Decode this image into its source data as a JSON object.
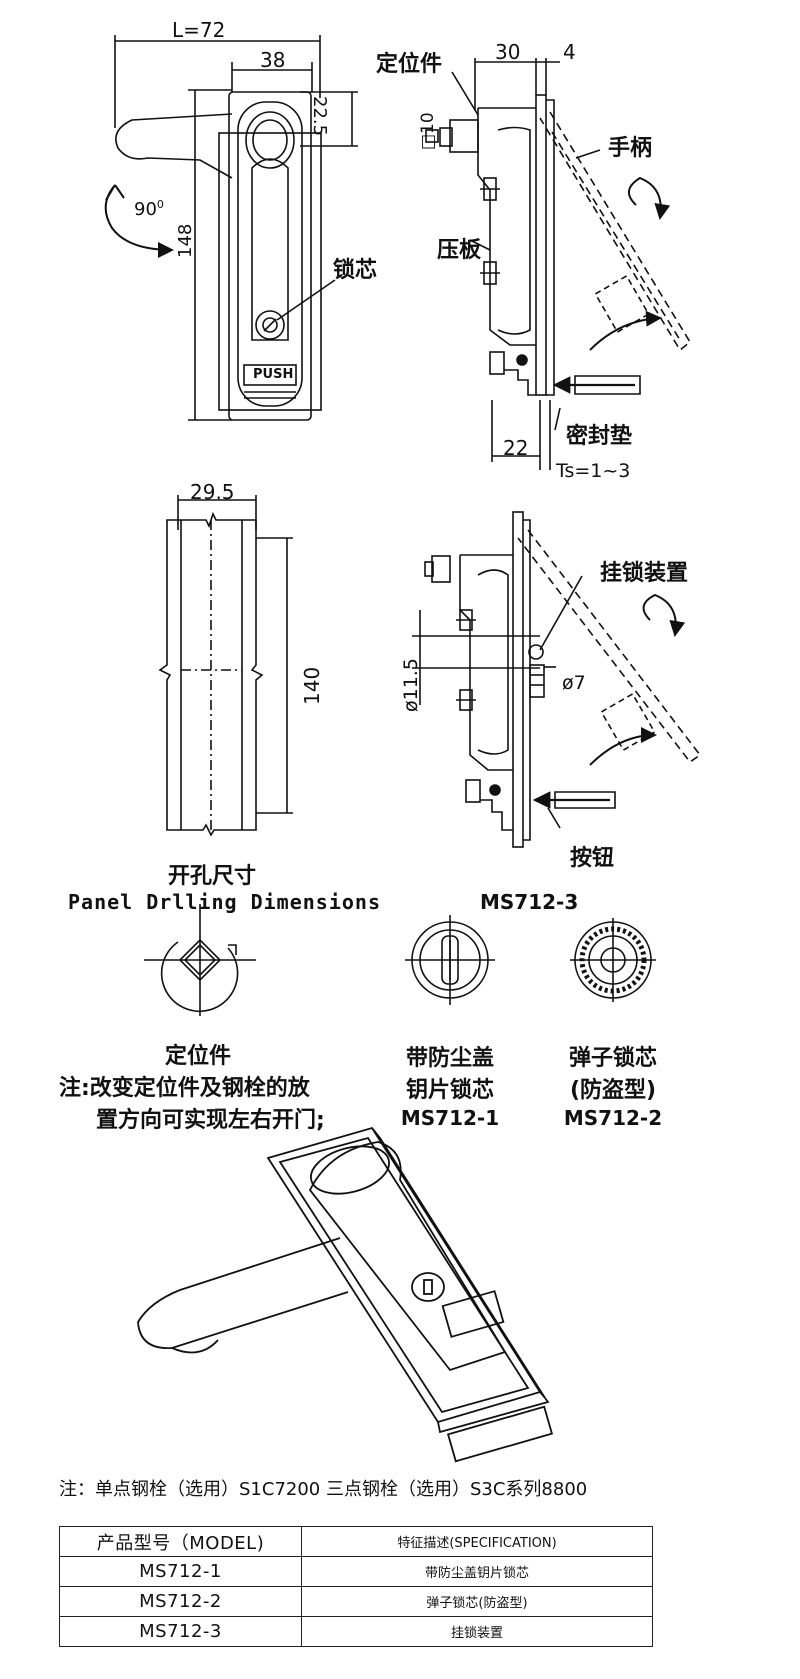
{
  "top_diagram": {
    "dim_L": "L=72",
    "dim_38": "38",
    "dim_22_5": "22.5",
    "dim_90": "90",
    "dim_90_sup": "0",
    "dim_148": "148",
    "push_text": "PUSH",
    "label_lock_core": "锁芯",
    "label_locator": "定位件",
    "dim_30": "30",
    "dim_4": "4",
    "dim_10": "10",
    "label_handle": "手柄",
    "label_press_plate": "压板",
    "label_seal": "密封垫",
    "dim_22": "22",
    "dim_ts": "Ts=1~3"
  },
  "panel_cutout": {
    "dim_29_5": "29.5",
    "dim_140": "140",
    "title_cn": "开孔尺寸",
    "title_en": "Panel Drlling Dimensions"
  },
  "ms712_3_diagram": {
    "label_padlock": "挂锁装置",
    "dim_7": "7",
    "dim_11_5": "11.5",
    "label_button": "按钮",
    "model": "MS712-3"
  },
  "locator": {
    "title": "定位件",
    "note_line1": "注:改变定位件及钢栓的放",
    "note_line2": "置方向可实现左右开门;"
  },
  "lock_variants": [
    {
      "line1": "带防尘盖",
      "line2": "钥片锁芯",
      "model": "MS712-1"
    },
    {
      "line1": "弹子锁芯",
      "line2": "(防盗型)",
      "model": "MS712-2"
    }
  ],
  "footnote": "注：单点钢栓（选用）S1C7200  三点钢栓（选用）S3C系列8800",
  "spec_table": {
    "headers": [
      "产品型号（MODEL)",
      "特征描述(SPECIFICATION)"
    ],
    "rows": [
      [
        "MS712-1",
        "带防尘盖钥片锁芯"
      ],
      [
        "MS712-2",
        "弹子锁芯(防盗型)"
      ],
      [
        "MS712-3",
        "挂锁装置"
      ]
    ]
  }
}
